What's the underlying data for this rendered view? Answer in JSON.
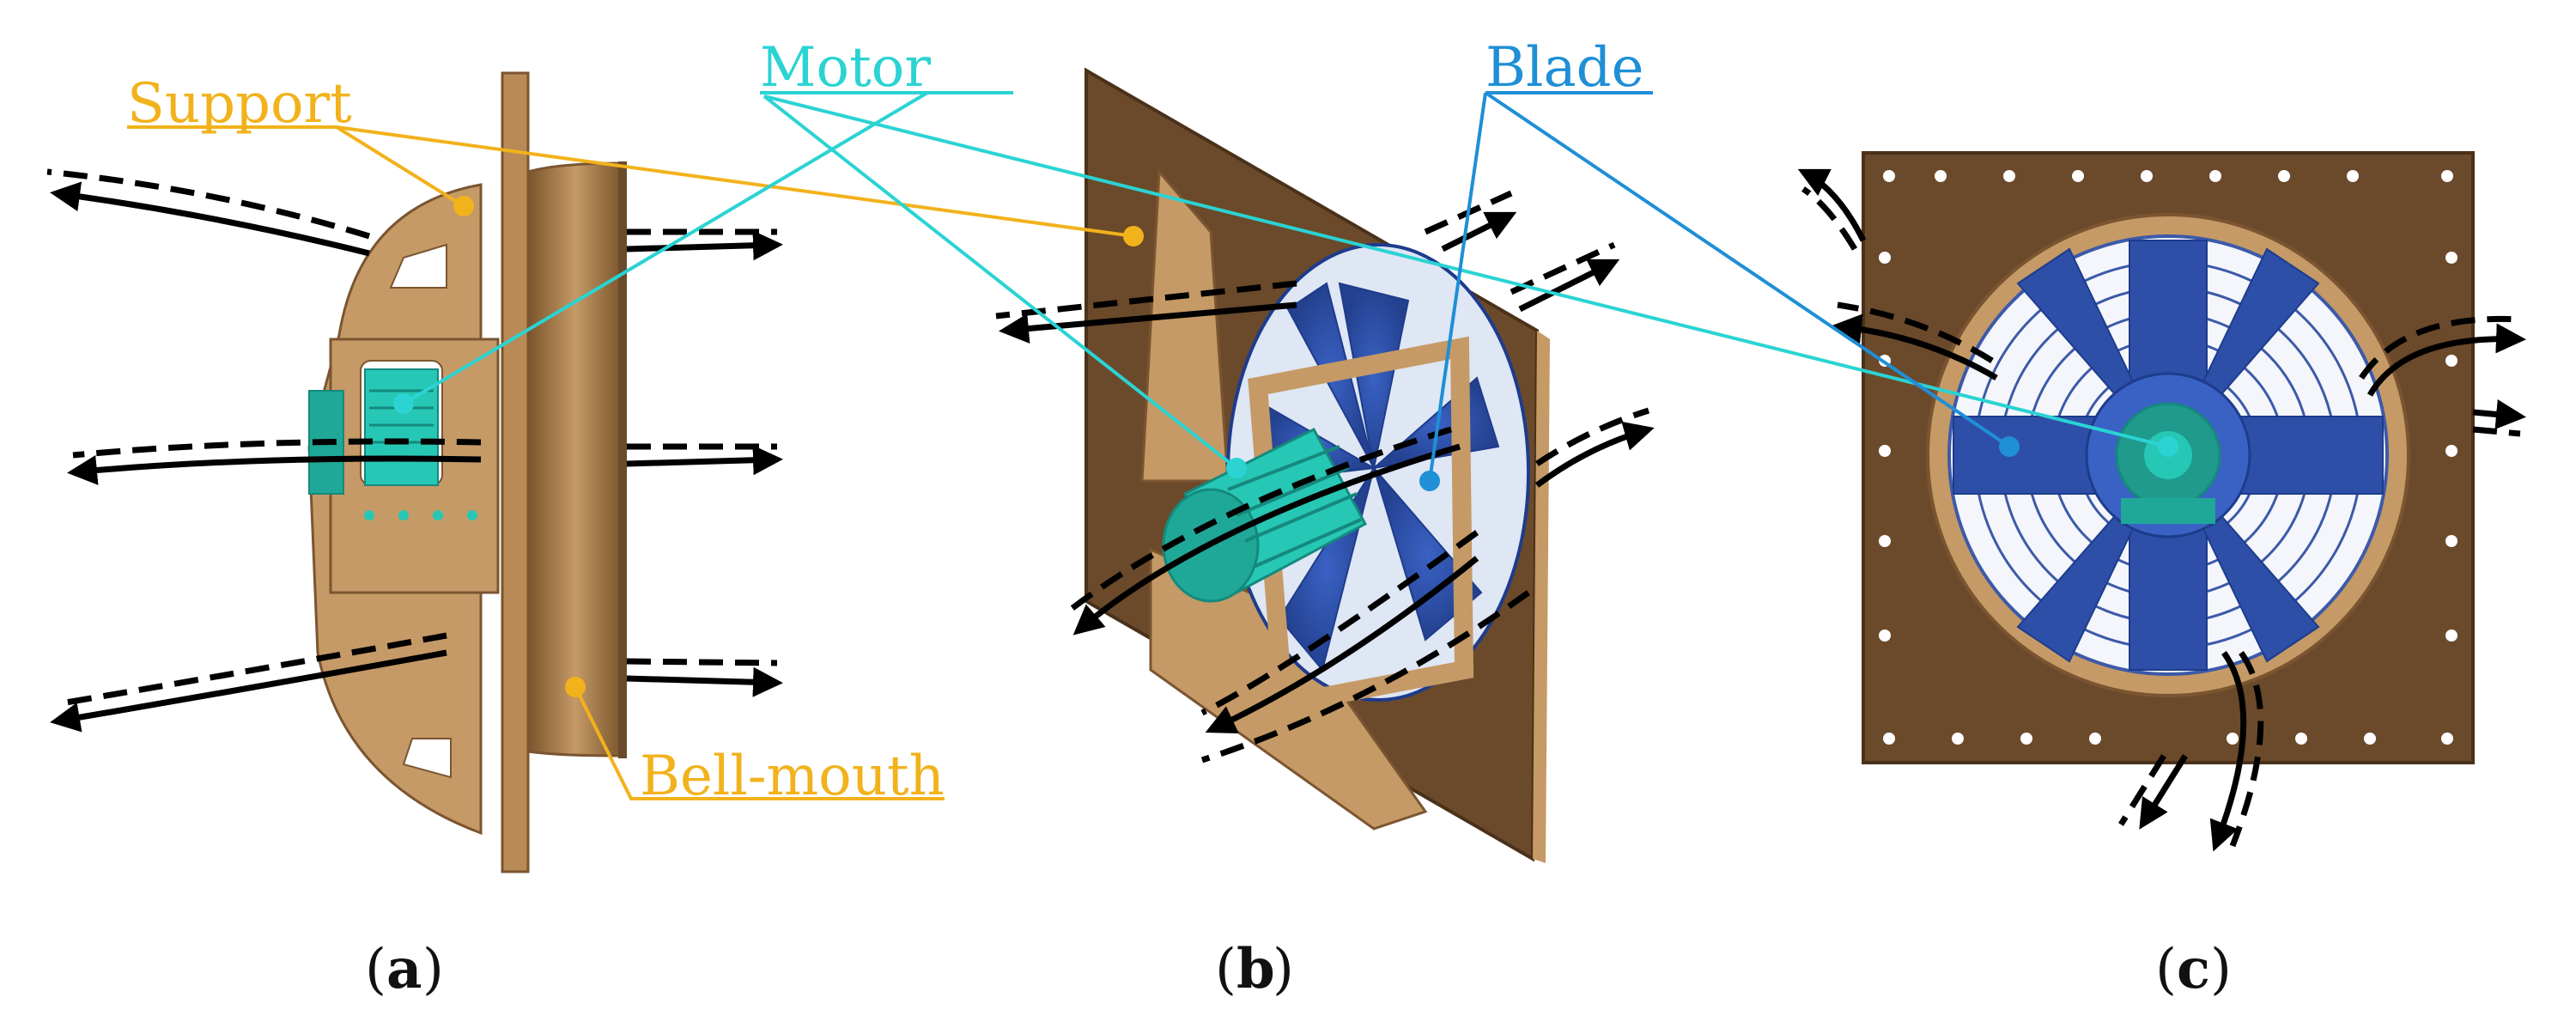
{
  "labels": {
    "support": "Support",
    "motor": "Motor",
    "blade": "Blade",
    "bell_mouth": "Bell-mouth"
  },
  "captions": {
    "a": "a",
    "b": "b",
    "c": "c"
  },
  "colors": {
    "support_label": "#f2b21c",
    "motor_label": "#2bd3d3",
    "blade_label": "#1f8fd6",
    "frame_brown": "#6b4a2b",
    "support_tan": "#c59a66",
    "motor_teal": "#27c7b5",
    "blade_blue": "#2d4fa8",
    "airflow": "#000000"
  }
}
